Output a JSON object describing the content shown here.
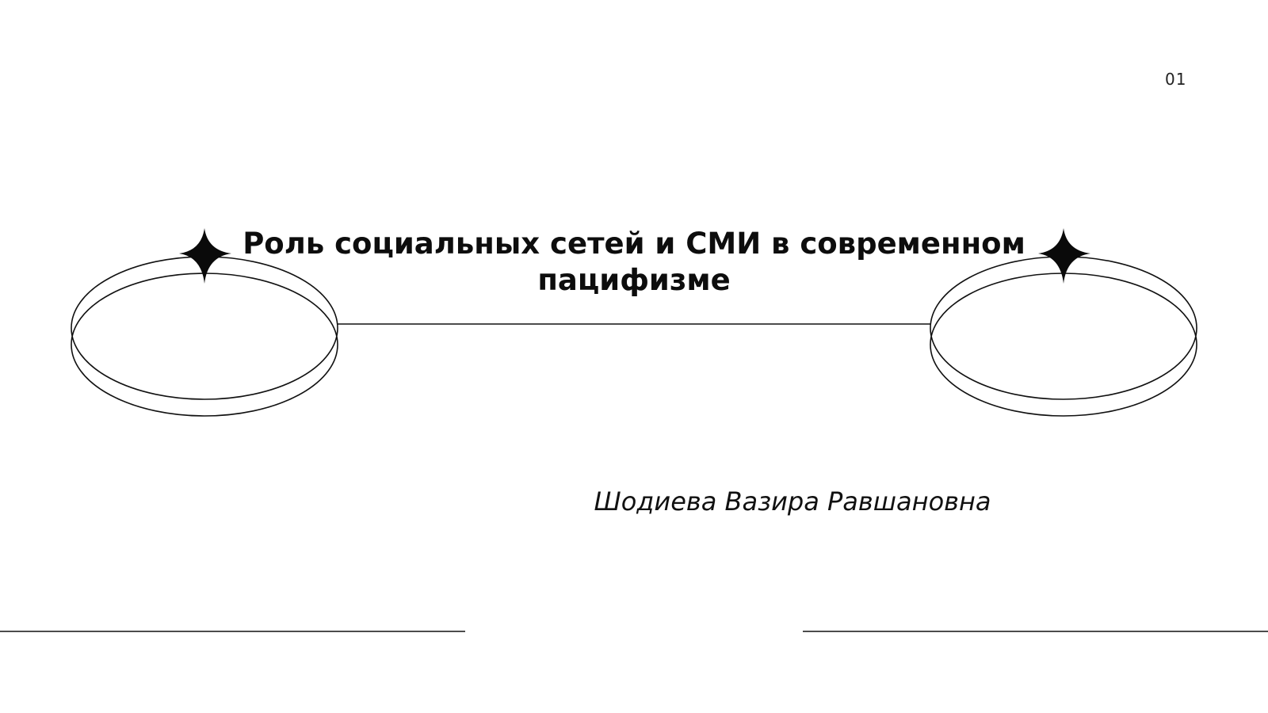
{
  "slide": {
    "page_number": "01",
    "title_lines": [
      "Роль социальных сетей и СМИ в современном",
      "пацифизме"
    ],
    "author": "Шодиева Вазира Равшановна"
  },
  "decor": {
    "icons": [
      "four-point-star-icon",
      "ring-icon"
    ],
    "stroke_color": "#111111",
    "background_color": "#ffffff"
  }
}
